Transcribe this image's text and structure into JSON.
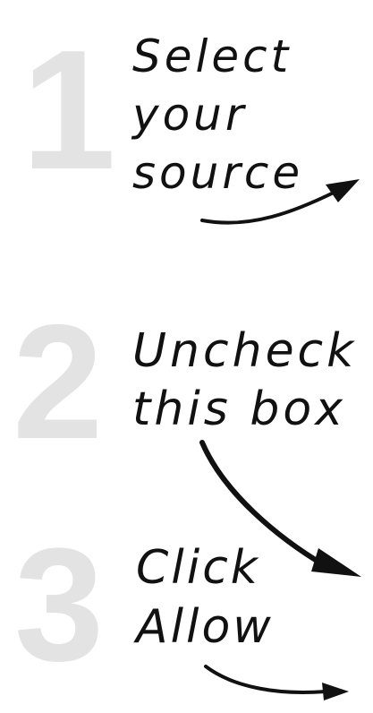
{
  "steps": [
    {
      "number": "1",
      "lines": [
        "Select",
        "your",
        "source"
      ]
    },
    {
      "number": "2",
      "lines": [
        "Uncheck",
        "this box"
      ]
    },
    {
      "number": "3",
      "lines": [
        "Click",
        "Allow"
      ]
    }
  ],
  "colors": {
    "number": "#e3e3e3",
    "ink": "#111111",
    "background": "#ffffff"
  },
  "icons": [
    "arrow-right-icon",
    "arrow-down-right-icon",
    "arrow-right-icon"
  ]
}
